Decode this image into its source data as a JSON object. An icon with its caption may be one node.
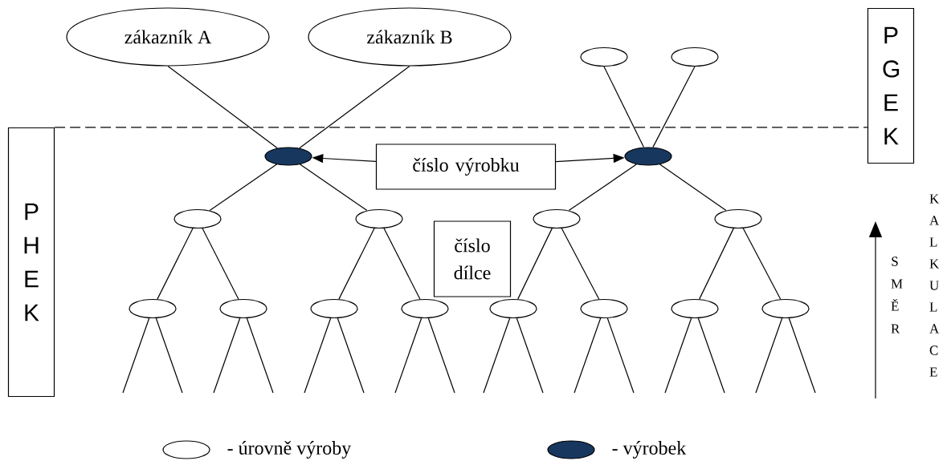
{
  "diagram": {
    "nodes": [
      {
        "text": [
          "zákazník A"
        ]
      },
      {
        "text": [
          "zákazník B"
        ]
      },
      {
        "text": [],
        "shape": "ellipse"
      },
      {
        "text": [],
        "shape": "ellipse"
      },
      {
        "text": [
          "PGEK"
        ]
      },
      {
        "text": [
          "PHEK"
        ]
      },
      {
        "text": [],
        "shape": "ellipse"
      },
      {
        "text": [
          "číslo výrobku"
        ]
      },
      {
        "text": [],
        "shape": "ellipse"
      },
      {
        "text": [],
        "shape": "ellipse"
      },
      {
        "text": [],
        "shape": "ellipse"
      },
      {
        "text": [],
        "shape": "ellipse"
      },
      {
        "text": [],
        "shape": "ellipse"
      },
      {
        "text": [
          "číslo dílce"
        ]
      },
      {
        "text": [],
        "shape": "ellipse"
      },
      {
        "text": [],
        "shape": "ellipse"
      },
      {
        "text": [],
        "shape": "ellipse"
      },
      {
        "text": [],
        "shape": "ellipse"
      },
      {
        "text": [],
        "shape": "ellipse"
      },
      {
        "text": [],
        "shape": "ellipse"
      },
      {
        "text": [],
        "shape": "ellipse"
      },
      {
        "text": [],
        "shape": "ellipse"
      }
    ],
    "edges": [
      {
        "from": 0,
        "to": 6,
        "arrow": "none"
      },
      {
        "from": 1,
        "to": 6,
        "arrow": "none"
      },
      {
        "from": 2,
        "to": 8,
        "arrow": "none"
      },
      {
        "from": 3,
        "to": 8,
        "arrow": "none"
      },
      {
        "from": 5,
        "to": 4,
        "arrow": "none",
        "style": "dashed"
      },
      {
        "from": 7,
        "to": 6,
        "arrow": "to"
      },
      {
        "from": 7,
        "to": 8,
        "arrow": "to"
      },
      {
        "from": 6,
        "to": 9,
        "arrow": "none"
      },
      {
        "from": 6,
        "to": 10,
        "arrow": "none"
      },
      {
        "from": 8,
        "to": 11,
        "arrow": "none"
      },
      {
        "from": 8,
        "to": 12,
        "arrow": "none"
      },
      {
        "from": 9,
        "to": 14,
        "arrow": "none"
      },
      {
        "from": 9,
        "to": 15,
        "arrow": "none"
      },
      {
        "from": 10,
        "to": 16,
        "arrow": "none"
      },
      {
        "from": 10,
        "to": 17,
        "arrow": "none"
      },
      {
        "from": 11,
        "to": 18,
        "arrow": "none"
      },
      {
        "from": 11,
        "to": 19,
        "arrow": "none"
      },
      {
        "from": 12,
        "to": 20,
        "arrow": "none"
      },
      {
        "from": 12,
        "to": 21,
        "arrow": "none"
      },
      {
        "from": 14,
        "to": null,
        "arrow": "none"
      },
      {
        "from": 14,
        "to": null,
        "arrow": "none"
      },
      {
        "from": 15,
        "to": null,
        "arrow": "none"
      },
      {
        "from": 15,
        "to": null,
        "arrow": "none"
      },
      {
        "from": 16,
        "to": null,
        "arrow": "none"
      },
      {
        "from": 16,
        "to": null,
        "arrow": "none"
      },
      {
        "from": 17,
        "to": null,
        "arrow": "none"
      },
      {
        "from": 17,
        "to": null,
        "arrow": "none"
      },
      {
        "from": 18,
        "to": null,
        "arrow": "none"
      },
      {
        "from": 18,
        "to": null,
        "arrow": "none"
      },
      {
        "from": 19,
        "to": null,
        "arrow": "none"
      },
      {
        "from": 19,
        "to": null,
        "arrow": "none"
      },
      {
        "from": 20,
        "to": null,
        "arrow": "none"
      },
      {
        "from": 20,
        "to": null,
        "arrow": "none"
      },
      {
        "from": 21,
        "to": null,
        "arrow": "none"
      },
      {
        "from": 21,
        "to": null,
        "arrow": "none"
      }
    ],
    "labels": [
      "SMĚR",
      "KALKULACE"
    ],
    "legend": [
      {
        "text": "- úrovně výroby"
      },
      {
        "text": "- výrobek",
        "color": "#17375e"
      }
    ]
  }
}
